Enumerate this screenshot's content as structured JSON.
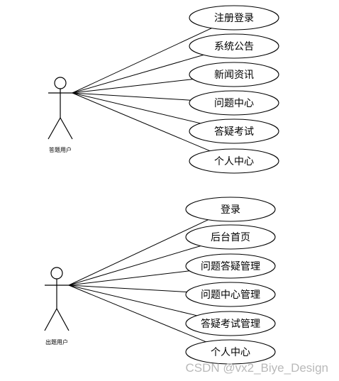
{
  "diagram": {
    "type": "use-case",
    "actors": [
      {
        "name": "答题用户",
        "use_cases": [
          "注册登录",
          "系统公告",
          "新闻资讯",
          "问题中心",
          "答疑考试",
          "个人中心"
        ]
      },
      {
        "name": "出题用户",
        "use_cases": [
          "登录",
          "后台首页",
          "问题答疑管理",
          "问题中心管理",
          "答疑考试管理",
          "个人中心"
        ]
      }
    ]
  },
  "watermark": "CSDN @vx2_Biye_Design"
}
